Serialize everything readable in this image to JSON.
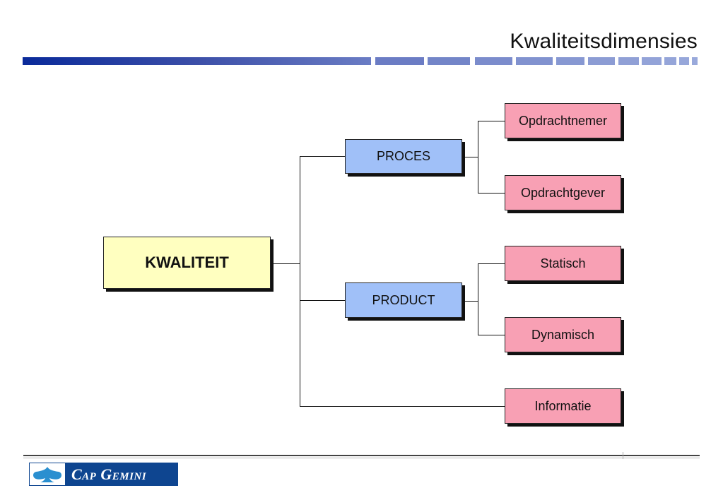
{
  "slide": {
    "title": "Kwaliteitsdimensies",
    "colors": {
      "root_fill": "#ffffc0",
      "mid_fill": "#a0c0f8",
      "leaf_fill": "#f8a0b4",
      "bar_dark": "#0a2a9a",
      "bar_light": "#8fa0d6",
      "logo_bg": "#0e4590",
      "logo_icon": "#2a8fd0"
    }
  },
  "diagram": {
    "root": {
      "label": "KWALITEIT"
    },
    "branches": [
      {
        "label": "PROCES",
        "children": [
          "Opdrachtnemer",
          "Opdrachtgever"
        ]
      },
      {
        "label": "PRODUCT",
        "children": [
          "Statisch",
          "Dynamisch"
        ]
      }
    ],
    "direct_leaves": [
      "Informatie"
    ]
  },
  "footer": {
    "logo_text": "Cap Gemini",
    "logo_icon": "spade-icon"
  }
}
